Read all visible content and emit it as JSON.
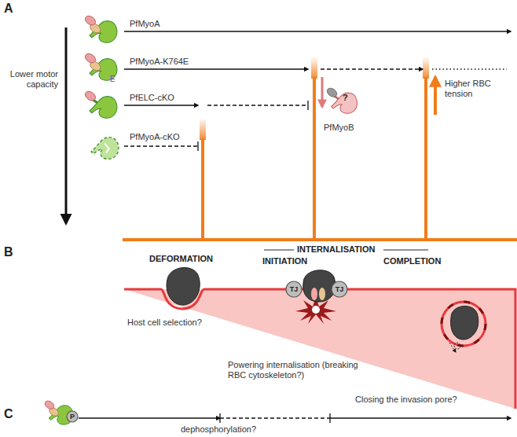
{
  "diagram": {
    "nodes": [
      {
        "text": [
          "TJ"
        ]
      },
      {
        "text": [
          "TJ"
        ]
      },
      {
        "text": [
          "P"
        ]
      }
    ],
    "labels": [
      "A",
      "Lower motor capacity",
      "PfMyoA",
      "PfMyoA-K764E",
      "E",
      "PfELC-cKO",
      "PfMyoA-cKO",
      "?",
      "PfMyoB",
      "Higher RBC tension",
      "B",
      "DEFORMATION",
      "INTERNALISATION",
      "INITIATION",
      "COMPLETION",
      "Host cell selection?",
      "Powering internalisation (breaking RBC cytoskeleton?)",
      "Closing the invasion pore?",
      "C",
      "dephosphorylation?"
    ]
  }
}
